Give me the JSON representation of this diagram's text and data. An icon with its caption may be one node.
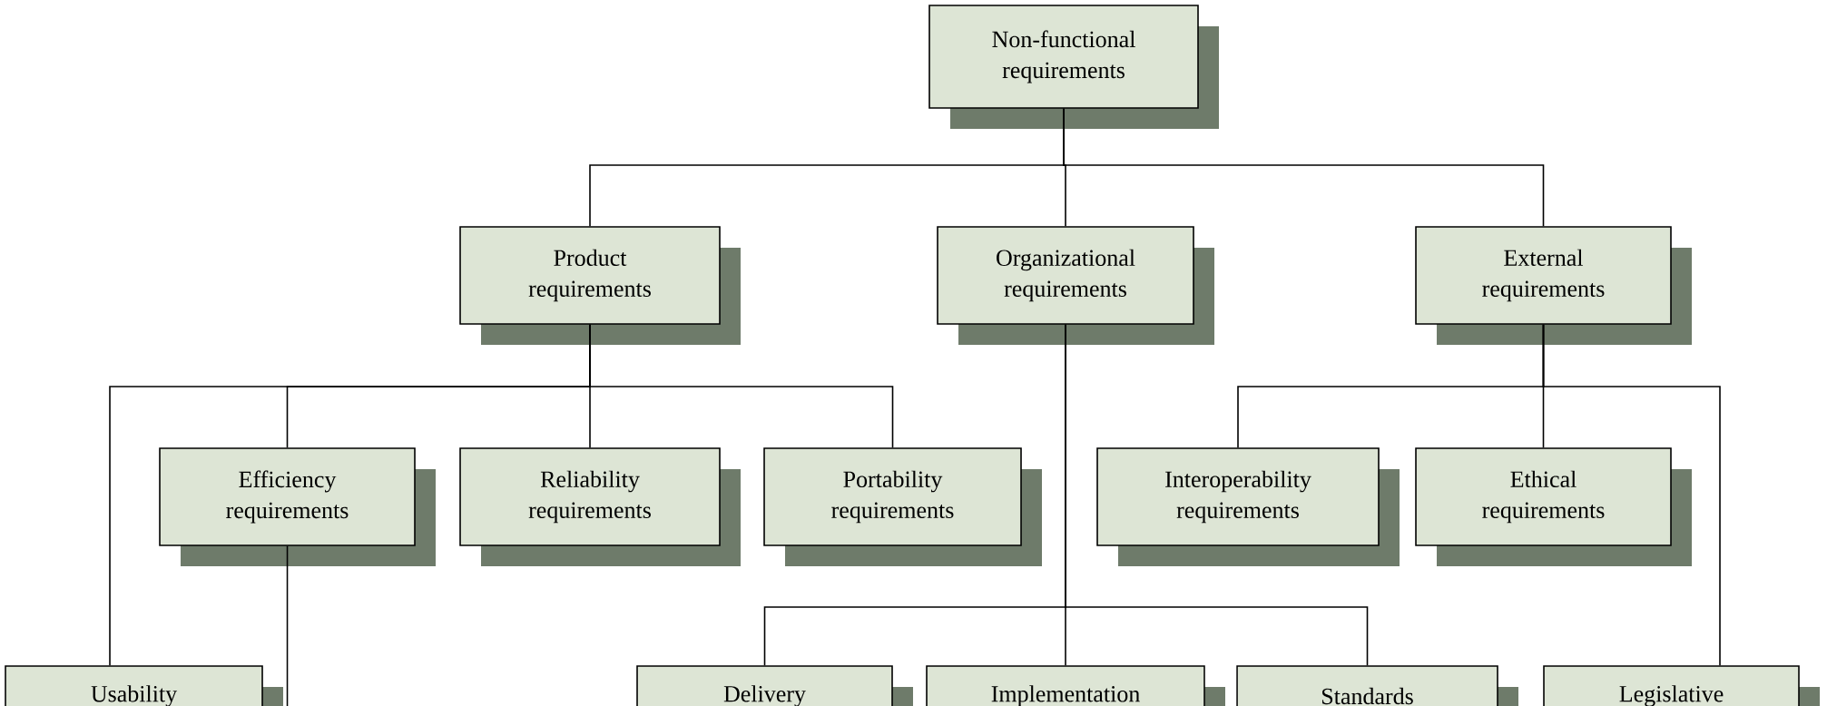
{
  "diagram": {
    "nodes": [
      {
        "text": [
          "Non-functional requirements"
        ]
      },
      {
        "text": [
          "Product requirements"
        ]
      },
      {
        "text": [
          "Organizational requirements"
        ]
      },
      {
        "text": [
          "External requirements"
        ]
      },
      {
        "text": [
          "Efficiency requirements"
        ]
      },
      {
        "text": [
          "Reliability requirements"
        ]
      },
      {
        "text": [
          "Portability requirements"
        ]
      },
      {
        "text": [
          "Interoperability requirements"
        ]
      },
      {
        "text": [
          "Ethical requirements"
        ]
      },
      {
        "text": [
          "Usability"
        ]
      },
      {
        "text": [
          "Delivery"
        ]
      },
      {
        "text": [
          "Implementation"
        ]
      },
      {
        "text": [
          "Standards"
        ]
      },
      {
        "text": [
          "Legislative"
        ]
      }
    ],
    "edges": [
      {
        "from": 0,
        "to": 1,
        "arrow": "none"
      },
      {
        "from": 0,
        "to": 2,
        "arrow": "none"
      },
      {
        "from": 0,
        "to": 3,
        "arrow": "none"
      },
      {
        "from": 1,
        "to": 9,
        "arrow": "none"
      },
      {
        "from": 1,
        "to": 4,
        "arrow": "none"
      },
      {
        "from": 1,
        "to": 5,
        "arrow": "none"
      },
      {
        "from": 1,
        "to": 6,
        "arrow": "none"
      },
      {
        "from": 3,
        "to": 7,
        "arrow": "none"
      },
      {
        "from": 3,
        "to": 8,
        "arrow": "none"
      },
      {
        "from": 3,
        "to": 13,
        "arrow": "none"
      },
      {
        "from": 2,
        "to": 10,
        "arrow": "none"
      },
      {
        "from": 2,
        "to": 11,
        "arrow": "none"
      },
      {
        "from": 2,
        "to": 12,
        "arrow": "none"
      },
      {
        "from": 4,
        "to": null,
        "arrow": "none"
      }
    ]
  }
}
